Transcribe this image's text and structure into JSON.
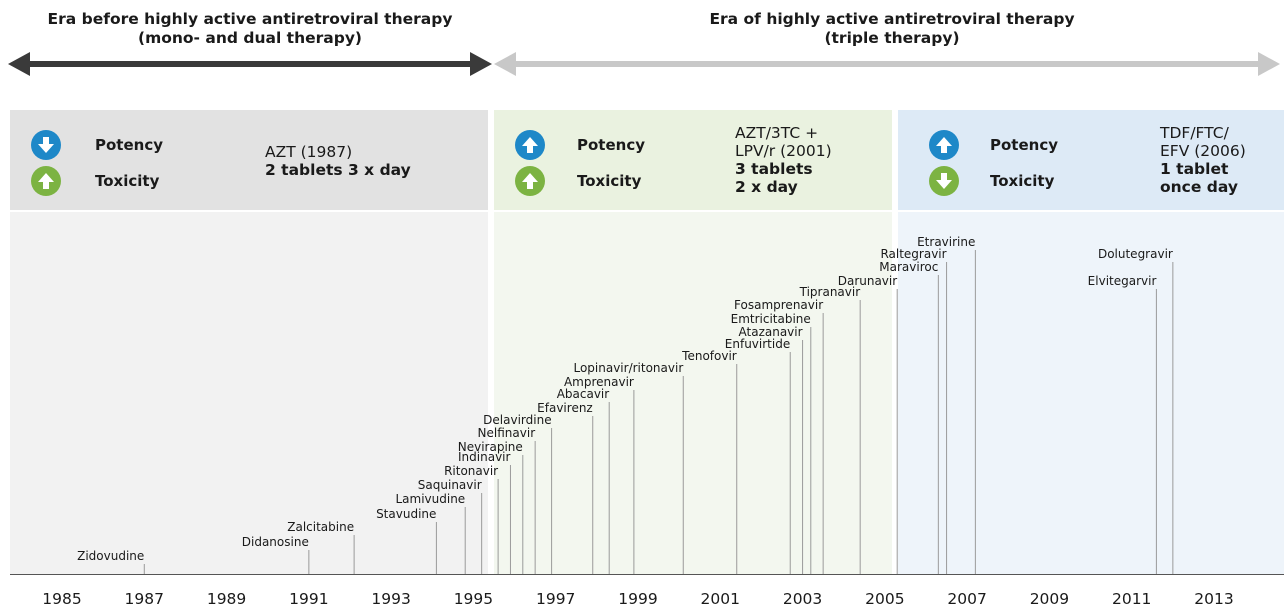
{
  "eras": {
    "left": {
      "title_line1": "Era before highly active antiretroviral therapy",
      "title_line2": "(mono- and dual therapy)"
    },
    "right": {
      "title_line1": "Era of highly active antiretroviral  therapy",
      "title_line2": "(triple therapy)"
    }
  },
  "panels": [
    {
      "potency_label": "Potency",
      "potency_dir": "down",
      "toxicity_label": "Toxicity",
      "toxicity_dir": "up",
      "regimen_line1": "AZT (1987)",
      "regimen_line2": "2 tablets 3 x day"
    },
    {
      "potency_label": "Potency",
      "potency_dir": "up",
      "toxicity_label": "Toxicity",
      "toxicity_dir": "up",
      "regimen_line1": "AZT/3TC +",
      "regimen_line2": "LPV/r (2001)",
      "regimen_line3": "3 tablets",
      "regimen_line4": "2 x day"
    },
    {
      "potency_label": "Potency",
      "potency_dir": "up",
      "toxicity_label": "Toxicity",
      "toxicity_dir": "down",
      "regimen_line1": "TDF/FTC/",
      "regimen_line2": "EFV (2006)",
      "regimen_line3": "1 tablet",
      "regimen_line4": "once day"
    }
  ],
  "colors": {
    "potency": "#1e88c8",
    "toxicity": "#7cb342",
    "arrow_left": "#3a3a3a",
    "arrow_right": "#c8c8c8"
  },
  "years": [
    "1985",
    "1987",
    "1989",
    "1991",
    "1993",
    "1995",
    "1997",
    "1999",
    "2001",
    "2003",
    "2005",
    "2007",
    "2009",
    "2011",
    "2013"
  ],
  "drugs": [
    {
      "name": "Zidovudine",
      "year": 1987.0
    },
    {
      "name": "Didanosine",
      "year": 1991.0
    },
    {
      "name": "Zalcitabine",
      "year": 1992.1
    },
    {
      "name": "Stavudine",
      "year": 1994.1
    },
    {
      "name": "Lamivudine",
      "year": 1994.8
    },
    {
      "name": "Saquinavir",
      "year": 1995.2
    },
    {
      "name": "Ritonavir",
      "year": 1995.6
    },
    {
      "name": "Indinavir",
      "year": 1995.9
    },
    {
      "name": "Nevirapine",
      "year": 1996.2
    },
    {
      "name": "Nelfinavir",
      "year": 1996.5
    },
    {
      "name": "Delavirdine",
      "year": 1996.9
    },
    {
      "name": "Efavirenz",
      "year": 1997.9
    },
    {
      "name": "Abacavir",
      "year": 1998.3
    },
    {
      "name": "Amprenavir",
      "year": 1998.9
    },
    {
      "name": "Lopinavir/ritonavir",
      "year": 2000.1
    },
    {
      "name": "Tenofovir",
      "year": 2001.4
    },
    {
      "name": "Enfuvirtide",
      "year": 2002.7
    },
    {
      "name": "Atazanavir",
      "year": 2003.0
    },
    {
      "name": "Emtricitabine",
      "year": 2003.2
    },
    {
      "name": "Fosamprenavir",
      "year": 2003.5
    },
    {
      "name": "Tipranavir",
      "year": 2004.4
    },
    {
      "name": "Darunavir",
      "year": 2005.3
    },
    {
      "name": "Maraviroc",
      "year": 2006.3
    },
    {
      "name": "Raltegravir",
      "year": 2006.5
    },
    {
      "name": "Etravirine",
      "year": 2007.2
    },
    {
      "name": "Elvitegarvir",
      "year": 2011.6
    },
    {
      "name": "Dolutegravir",
      "year": 2012.0
    }
  ]
}
